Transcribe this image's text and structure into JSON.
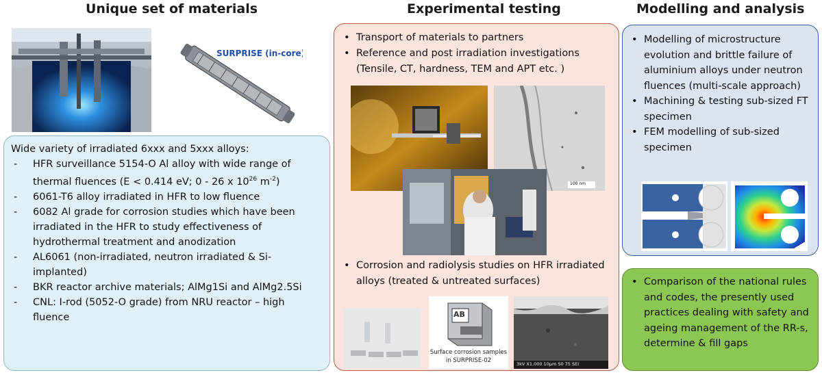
{
  "columns": {
    "materials_title": "Unique set of materials",
    "testing_title": "Experimental testing",
    "modelling_title": "Modelling and analysis"
  },
  "materials": {
    "capsule_label": "SURPRISE (in-core)",
    "intro": "Wide variety of irradiated 6xxx and 5xxx alloys:",
    "items": [
      "HFR surveillance 5154-O Al alloy with wide range of thermal fluences (E < 0.414 eV; 0 - 26 x 10",
      "6061-T6 alloy irradiated in HFR to low fluence",
      "6082 Al grade for corrosion studies which have been irradiated in the HFR to study effectiveness of hydrothermal treatment and anodization",
      "AL6061 (non-irradiated, neutron irradiated & Si-implanted)",
      "BKR reactor archive materials; AlMg1Si and AlMg2.5Si",
      "CNL: I-rod  (5052-O grade) from NRU reactor – high fluence"
    ],
    "item1_exp": "26",
    "item1_tail": " m",
    "item1_exp2": "-2",
    "item1_end": ")"
  },
  "testing": {
    "bullets": [
      "Transport of materials to partners",
      "Reference and post irradiation investigations (Tensile, CT, hardness, TEM and APT etc. )",
      "Corrosion and radiolysis studies on HFR irradiated alloys (treated & untreated surfaces)"
    ],
    "tem_scale": "100 nm",
    "corrosion_caption_1": "Surface corrosion samples",
    "corrosion_caption_2": "in SURPRISE-02",
    "corrosion_block_letters": "AB",
    "sem_labels": "3kV   X1,000   10μm      S0 75 SEI"
  },
  "modelling": {
    "bullets": [
      "Modelling of microstructure evolution and brittle failure of aluminium alloys under neutron fluences (multi-scale approach)",
      "Machining & testing sub-sized FT specimen",
      "FEM modelling of sub-sized specimen"
    ]
  },
  "analysis": {
    "bullets": [
      "Comparison of the national rules and codes, the presently used practices dealing with safety and ageing management of the RR-s, determine & fill gaps"
    ]
  },
  "colors": {
    "materials_box": "#dff1f5",
    "testing_box": "#fbe4dc",
    "modelling_box": "#dbe4f1",
    "analysis_box": "#8cc653"
  }
}
